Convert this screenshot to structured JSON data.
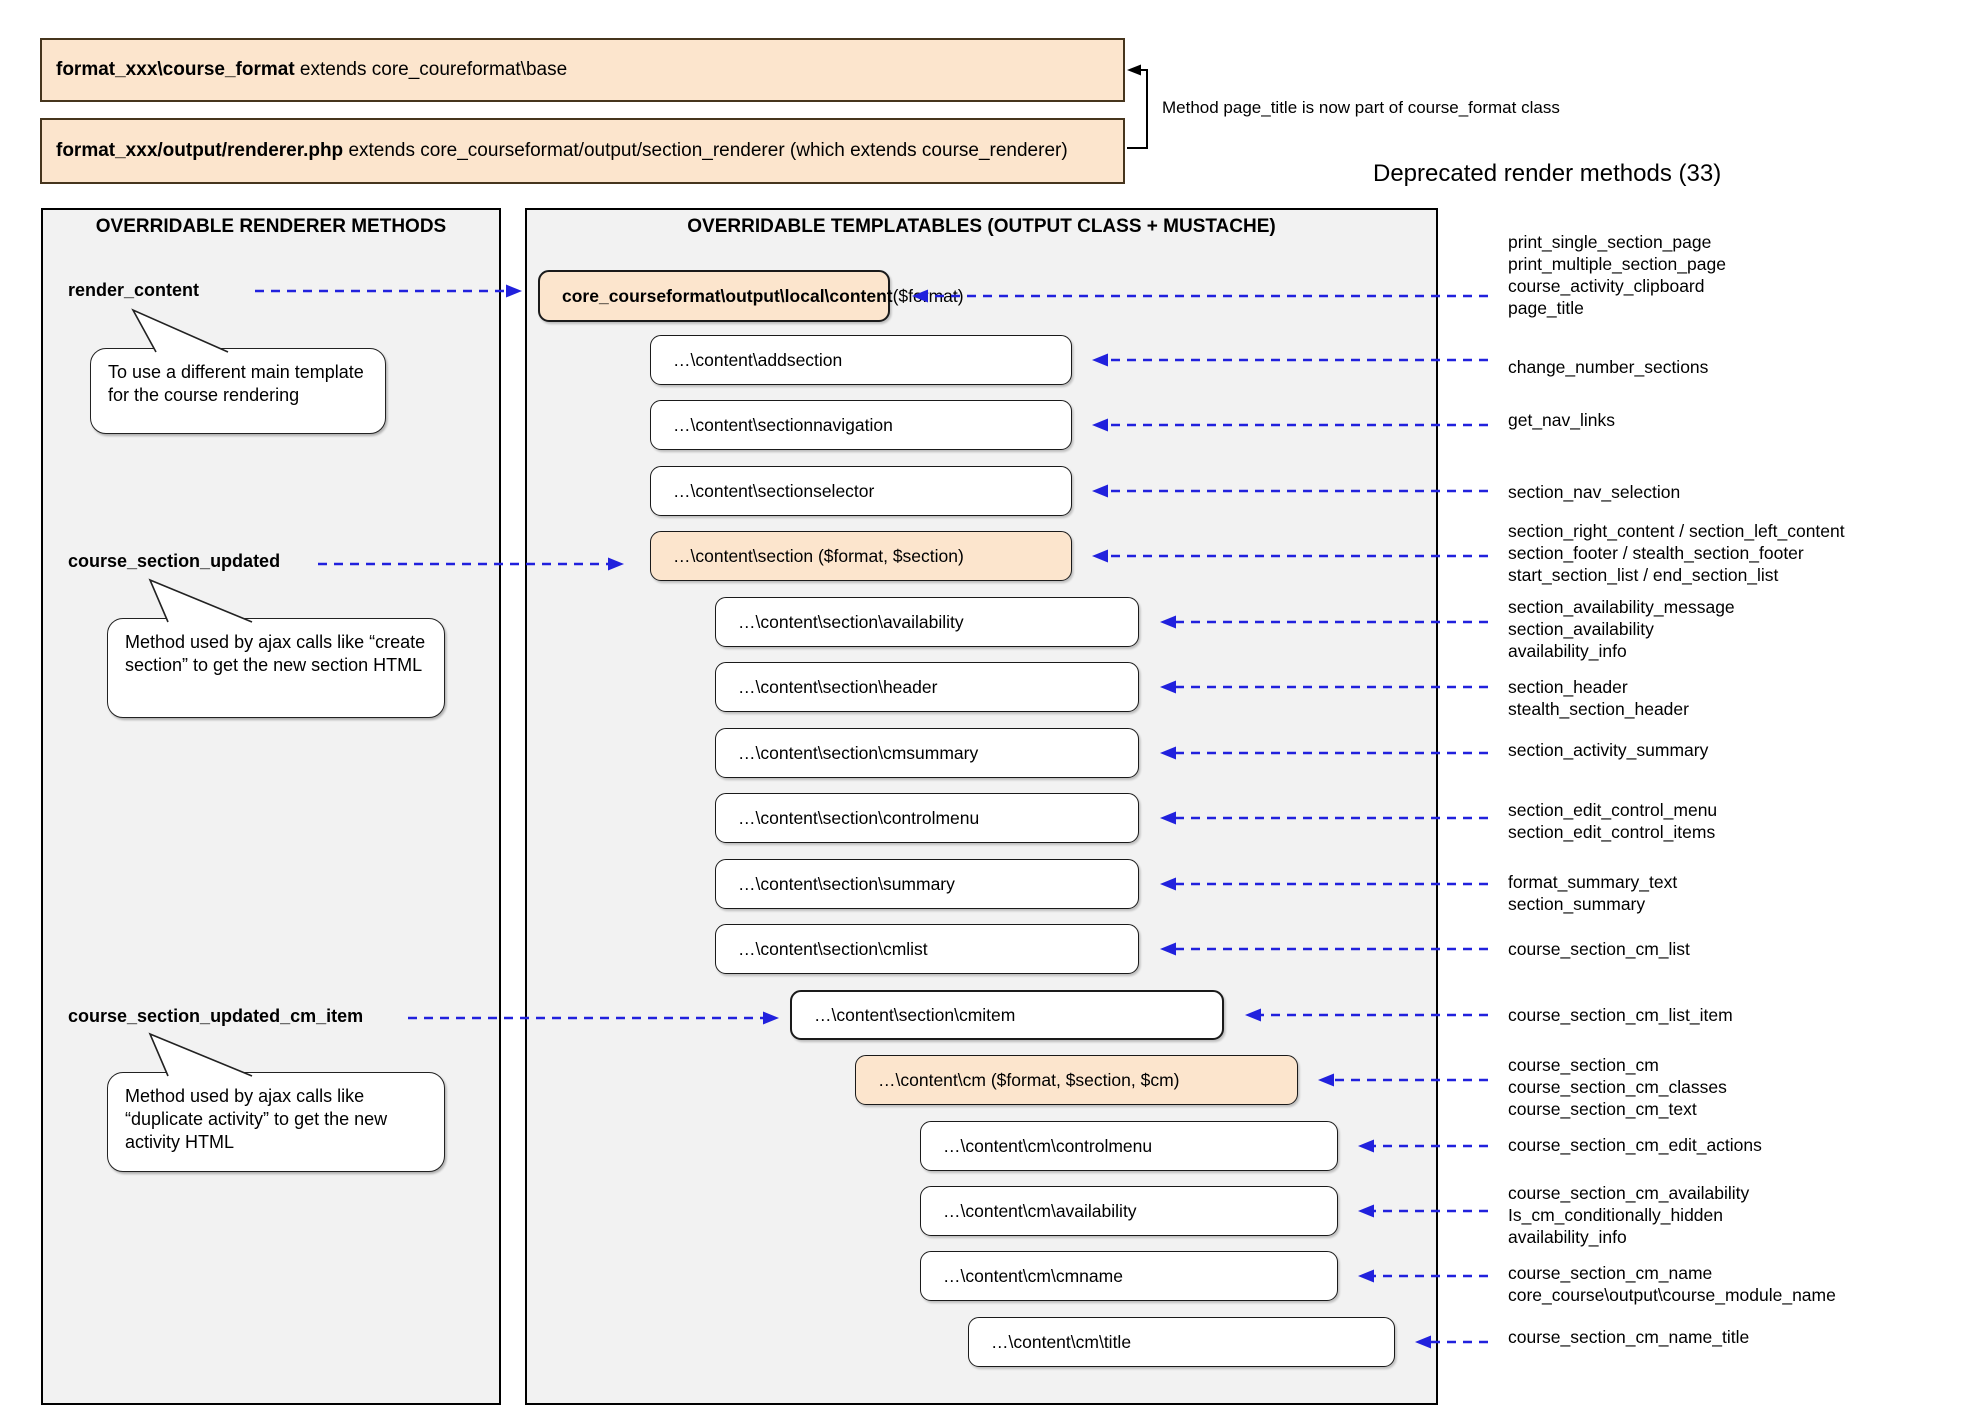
{
  "top_boxes": [
    {
      "bold": "format_xxx\\course_format",
      "rest": " extends core_coureformat\\base"
    },
    {
      "bold": "format_xxx/output/renderer.php",
      "rest": " extends core_courseformat/output/section_renderer (which extends course_renderer)"
    }
  ],
  "bracket_note": "Method page_title is now part of course_format class",
  "deprecated_heading": "Deprecated render methods (33)",
  "left_panel": {
    "title": "OVERRIDABLE RENDERER METHODS",
    "methods": [
      {
        "label": "render_content",
        "note": "To use a different main template for the course rendering"
      },
      {
        "label": "course_section_updated",
        "note": "Method used by ajax calls like “create section” to get the new section HTML"
      },
      {
        "label": "course_section_updated_cm_item",
        "note": "Method used by ajax calls like “duplicate activity” to get the new activity HTML"
      }
    ]
  },
  "middle_panel": {
    "title": "OVERRIDABLE TEMPLATABLES (OUTPUT CLASS + MUSTACHE)",
    "boxes": [
      {
        "bold": "core_courseformat\\output\\local\\content",
        "text": " ($format)"
      },
      {
        "text": "…\\content\\addsection"
      },
      {
        "text": "…\\content\\sectionnavigation"
      },
      {
        "text": "…\\content\\sectionselector"
      },
      {
        "text": "…\\content\\section ($format, $section)"
      },
      {
        "text": "…\\content\\section\\availability"
      },
      {
        "text": "…\\content\\section\\header"
      },
      {
        "text": "…\\content\\section\\cmsummary"
      },
      {
        "text": "…\\content\\section\\controlmenu"
      },
      {
        "text": "…\\content\\section\\summary"
      },
      {
        "text": "…\\content\\section\\cmlist"
      },
      {
        "text": "…\\content\\section\\cmitem"
      },
      {
        "text": "…\\content\\cm ($format, $section, $cm)"
      },
      {
        "text": "…\\content\\cm\\controlmenu"
      },
      {
        "text": "…\\content\\cm\\availability"
      },
      {
        "text": "…\\content\\cm\\cmname"
      },
      {
        "text": "…\\content\\cm\\title"
      }
    ]
  },
  "deprecated_groups": [
    [
      "print_single_section_page",
      "print_multiple_section_page",
      "course_activity_clipboard",
      "page_title"
    ],
    [
      "change_number_sections"
    ],
    [
      "get_nav_links"
    ],
    [
      "section_nav_selection"
    ],
    [
      "section_right_content / section_left_content",
      "section_footer / stealth_section_footer",
      "start_section_list / end_section_list"
    ],
    [
      "section_availability_message",
      "section_availability",
      "availability_info"
    ],
    [
      "section_header",
      "stealth_section_header"
    ],
    [
      "section_activity_summary"
    ],
    [
      "section_edit_control_menu",
      "section_edit_control_items"
    ],
    [
      "format_summary_text",
      "section_summary"
    ],
    [
      "course_section_cm_list"
    ],
    [
      "course_section_cm_list_item"
    ],
    [
      "course_section_cm",
      "course_section_cm_classes",
      "course_section_cm_text"
    ],
    [
      "course_section_cm_edit_actions"
    ],
    [
      "course_section_cm_availability",
      "Is_cm_conditionally_hidden",
      "availability_info"
    ],
    [
      "course_section_cm_name",
      "core_course\\output\\course_module_name"
    ],
    [
      "course_section_cm_name_title"
    ]
  ],
  "colors": {
    "peach": "#fce5cd",
    "arrow_blue": "#2121dd",
    "panel_gray": "#f2f2f2"
  }
}
